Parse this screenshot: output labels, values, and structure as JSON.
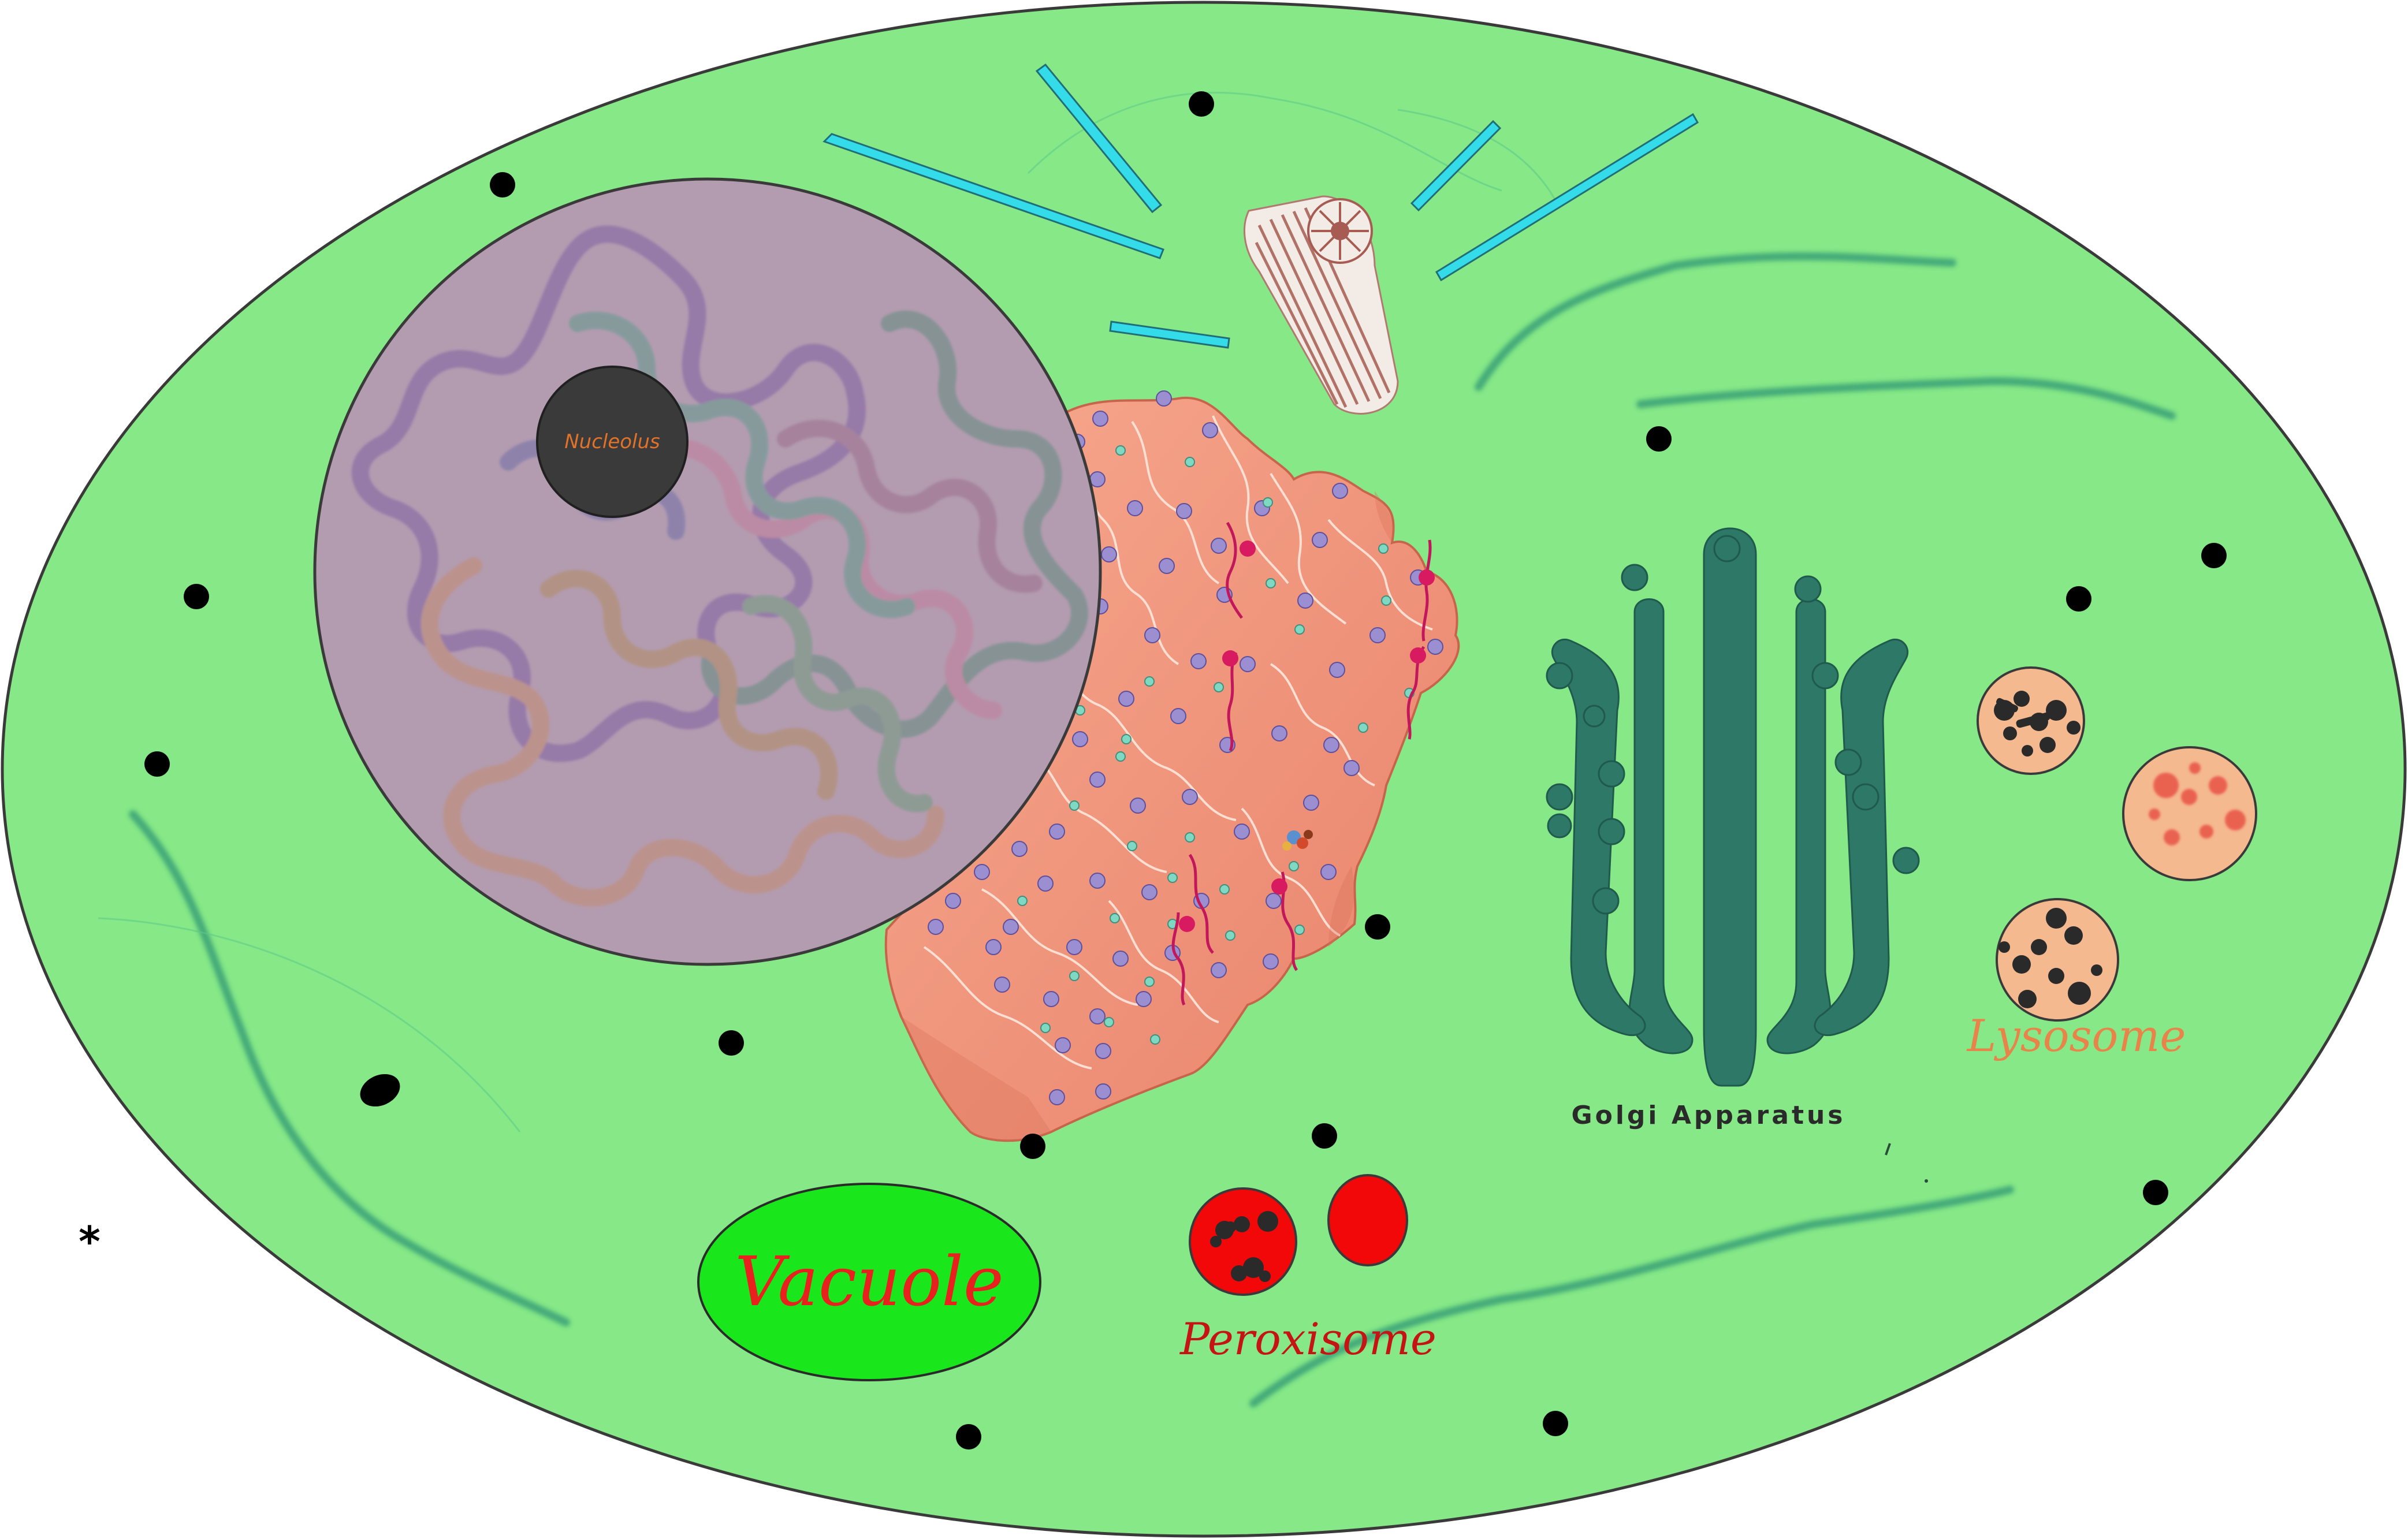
{
  "labels": {
    "nucleolus": "Nucleolus",
    "golgi": "Golgi Apparatus",
    "lysosome": "Lysosome",
    "vacuole": "Vacuole",
    "peroxisome": "Peroxisome",
    "asterisk": "*"
  },
  "colors": {
    "background": "#ffffff",
    "cytoplasm": "#86e886",
    "membrane": "#3a3a3a",
    "nucleus": "#b39cb0",
    "nucleolus": "#3a3a3a",
    "nucleolus_text": "#e0722a",
    "er": "#f2967c",
    "er_line": "#fde3d8",
    "ribosome_purple": "#9b8fd2",
    "ribosome_teal": "#7ed8c2",
    "golgi": "#2d7866",
    "lysosome": "#f5b98f",
    "lysosome_text": "#e8844a",
    "vacuole": "#19e71c",
    "vacuole_text": "#e8201e",
    "peroxisome": "#f20808",
    "peroxisome_text": "#c41414",
    "microtubule": "#34dcea",
    "filament": "#2f9676",
    "granule": "#000000",
    "centriole": "#a65c52"
  },
  "organelles": [
    "cell-membrane",
    "nucleus",
    "nucleolus",
    "rough-endoplasmic-reticulum",
    "golgi-apparatus",
    "lysosome",
    "vacuole",
    "peroxisome",
    "centriole",
    "microtubule",
    "cytoskeleton-filament",
    "cytoplasmic-granule"
  ]
}
